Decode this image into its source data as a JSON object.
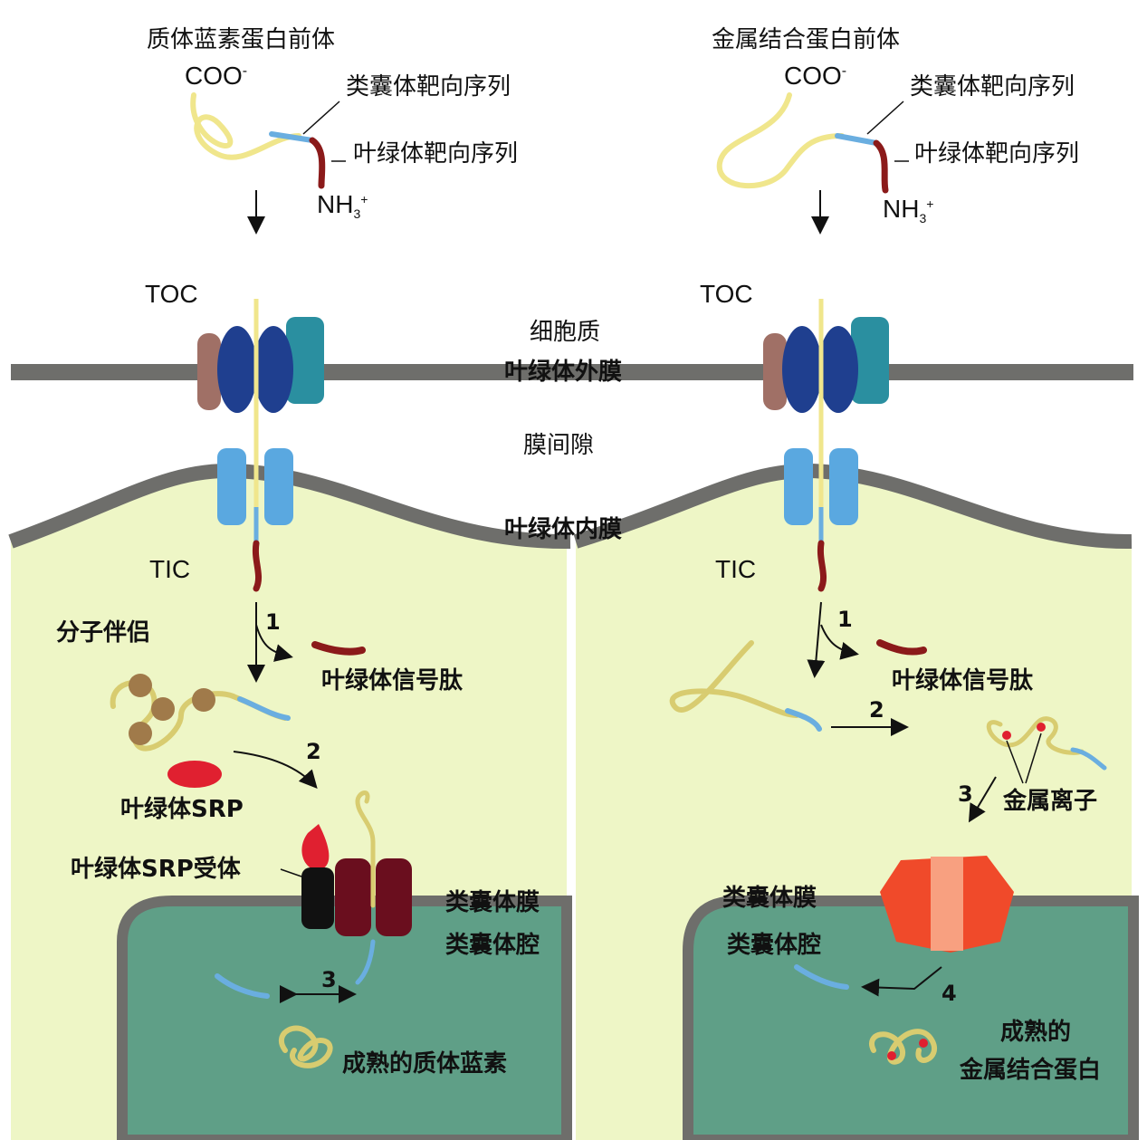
{
  "colors": {
    "stroma": "#eef6c6",
    "lumen": "#5f9f87",
    "membrane": "#6e6e6b",
    "precursor": "#f0e68c",
    "chloroplast_signal": "#8b1a1a",
    "thylakoid_signal": "#6aaee0",
    "toc_dark_blue": "#1f3f8f",
    "toc_teal": "#2a8fa0",
    "toc_brown": "#a07066",
    "tic_blue": "#5aa8e0",
    "srp": "#e02030",
    "metal_protein": "#f04a2a"
  },
  "left": {
    "precursor_title": "质体蓝素蛋白前体",
    "c_terminus": "COO",
    "c_terminus_sup": "-",
    "thylakoid_seq": "类囊体靶向序列",
    "chloroplast_seq": "叶绿体靶向序列",
    "n_terminus": "NH",
    "n_terminus_sub": "3",
    "n_terminus_sup": "+",
    "toc": "TOC",
    "tic": "TIC",
    "chaperone": "分子伴侣",
    "signal_peptide": "叶绿体信号肽",
    "srp": "叶绿体SRP",
    "srp_receptor": "叶绿体SRP受体",
    "thylakoid_membrane": "类囊体膜",
    "thylakoid_lumen": "类囊体腔",
    "mature": "成熟的质体蓝素",
    "step1": "1",
    "step2": "2",
    "step3": "3"
  },
  "middle": {
    "cytoplasm": "细胞质",
    "outer_membrane": "叶绿体外膜",
    "intermembrane": "膜间隙",
    "inner_membrane": "叶绿体内膜"
  },
  "right": {
    "precursor_title": "金属结合蛋白前体",
    "c_terminus": "COO",
    "c_terminus_sup": "-",
    "thylakoid_seq": "类囊体靶向序列",
    "chloroplast_seq": "叶绿体靶向序列",
    "n_terminus": "NH",
    "n_terminus_sub": "3",
    "n_terminus_sup": "+",
    "toc": "TOC",
    "tic": "TIC",
    "signal_peptide": "叶绿体信号肽",
    "metal_ion": "金属离子",
    "thylakoid_membrane": "类囊体膜",
    "thylakoid_lumen": "类囊体腔",
    "mature_line1": "成熟的",
    "mature_line2": "金属结合蛋白",
    "step1": "1",
    "step2": "2",
    "step3": "3",
    "step4": "4"
  }
}
